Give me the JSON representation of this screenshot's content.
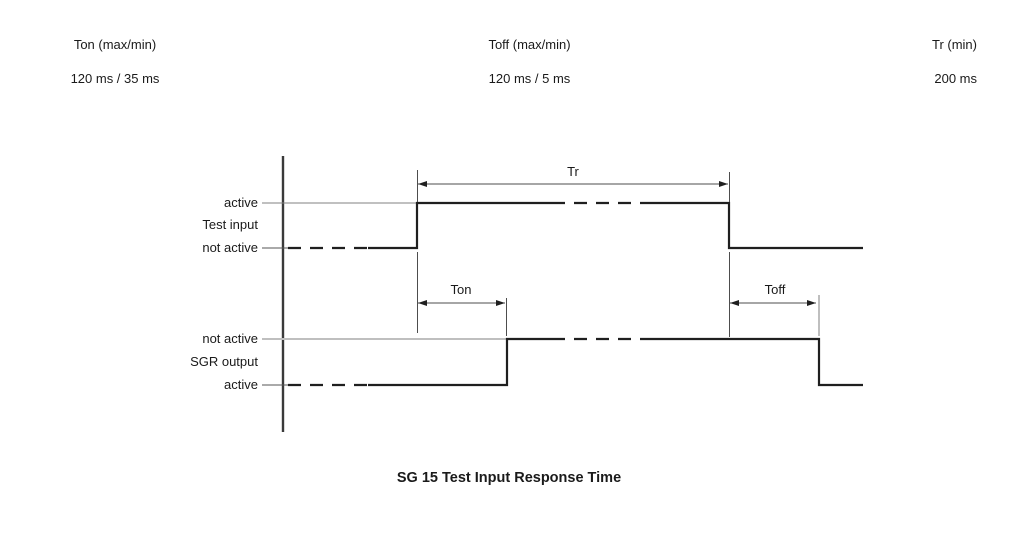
{
  "params": {
    "col1": {
      "name": "Ton (max/min)",
      "value": "120 ms / 35 ms"
    },
    "col2": {
      "name": "Toff (max/min)",
      "value": "120 ms / 5 ms"
    },
    "col3": {
      "name": "Tr (min)",
      "value": "200 ms"
    }
  },
  "signals": {
    "test_input": {
      "label": "Test input",
      "top": "active",
      "bottom": "not active"
    },
    "sgr_output": {
      "label": "SGR output",
      "top": "not active",
      "bottom": "active"
    }
  },
  "dims": {
    "tr": "Tr",
    "ton": "Ton",
    "toff": "Toff"
  },
  "title": "SG 15 Test Input Response Time",
  "colors": {
    "signal": "#1f1f1f",
    "axis": "#3a3a3a",
    "dimension": "#4d4d4d",
    "leader_gray": "#808080",
    "light_gray": "#bfbfbf",
    "text": "#1a1a1a"
  }
}
